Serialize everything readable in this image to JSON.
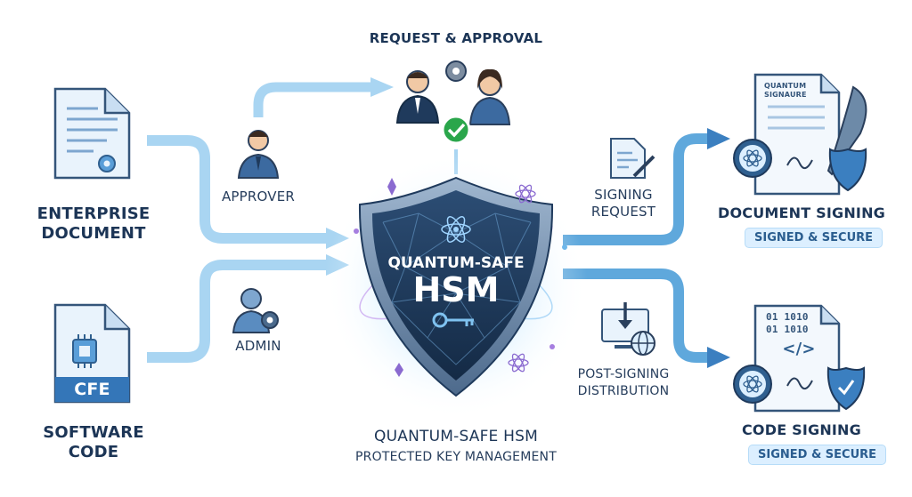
{
  "diagram": {
    "top_label": "REQUEST & APPROVAL",
    "left": {
      "enterprise_document": [
        "ENTERPRISE",
        "DOCUMENT"
      ],
      "software_code": [
        "SOFTWARE",
        "CODE"
      ],
      "cfe_chip_label": "CFE"
    },
    "roles": {
      "approver": "APPROVER",
      "admin": "ADMIN"
    },
    "center": {
      "shield_line1": "QUANTUM-SAFE",
      "shield_line2": "HSM",
      "title": "QUANTUM-SAFE HSM",
      "subtitle": "PROTECTED KEY MANAGEMENT"
    },
    "right_steps": {
      "signing_request": [
        "SIGNING",
        "REQUEST"
      ],
      "post_signing": [
        "POST-SIGNING",
        "DISTRIBUTION"
      ]
    },
    "outputs": {
      "document_signing": {
        "title": "DOCUMENT SIGNING",
        "badge": "SIGNED & SECURE",
        "doc_text": [
          "QUANTUM",
          "SIGNAURE"
        ]
      },
      "code_signing": {
        "title": "CODE SIGNING",
        "badge": "SIGNED & SECURE",
        "code_text": [
          "01 1010",
          "01 1010"
        ],
        "code_symbol": "</>"
      }
    },
    "colors": {
      "arrow_light": "#a9d5f2",
      "arrow_mid": "#5fa8dc",
      "arrow_dark": "#3b7fc0",
      "navy": "#1f3a5c",
      "shield": "#1d3554",
      "accent_green": "#2aa64b"
    }
  }
}
